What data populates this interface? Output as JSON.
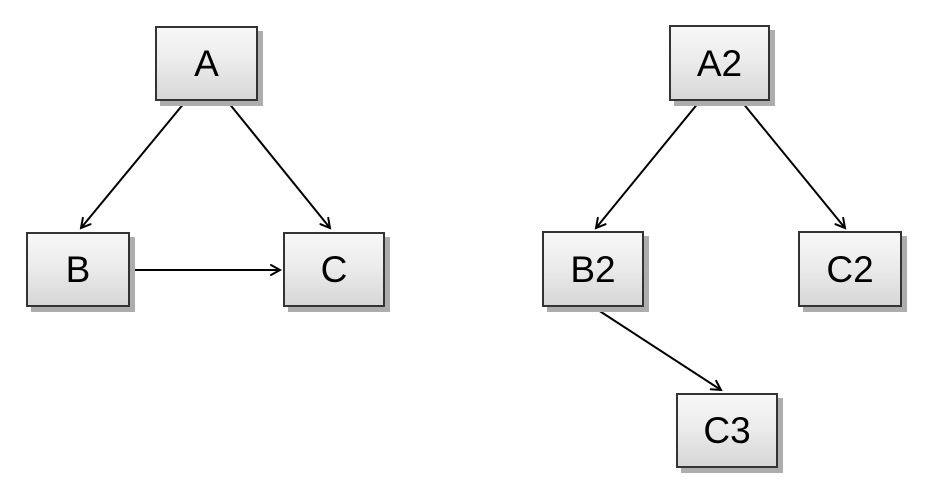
{
  "diagram": {
    "description": "Two directed graphs drawn as boxed nodes with arrow connectors",
    "colors": {
      "background": "#ffffff",
      "node_fill_top": "#f7f7f7",
      "node_fill_bottom": "#d7d7d7",
      "node_border": "#333333",
      "node_shadow": "#adadad",
      "edge": "#000000",
      "label_text": "#000000"
    },
    "graphs": [
      {
        "name": "left-graph",
        "nodes": [
          {
            "id": "A",
            "label": "A"
          },
          {
            "id": "B",
            "label": "B"
          },
          {
            "id": "C",
            "label": "C"
          }
        ],
        "edges": [
          {
            "from": "A",
            "to": "B"
          },
          {
            "from": "A",
            "to": "C"
          },
          {
            "from": "B",
            "to": "C"
          }
        ]
      },
      {
        "name": "right-graph",
        "nodes": [
          {
            "id": "A2",
            "label": "A2"
          },
          {
            "id": "B2",
            "label": "B2"
          },
          {
            "id": "C2",
            "label": "C2"
          },
          {
            "id": "C3",
            "label": "C3"
          }
        ],
        "edges": [
          {
            "from": "A2",
            "to": "B2"
          },
          {
            "from": "A2",
            "to": "C2"
          },
          {
            "from": "B2",
            "to": "C3"
          }
        ]
      }
    ]
  }
}
